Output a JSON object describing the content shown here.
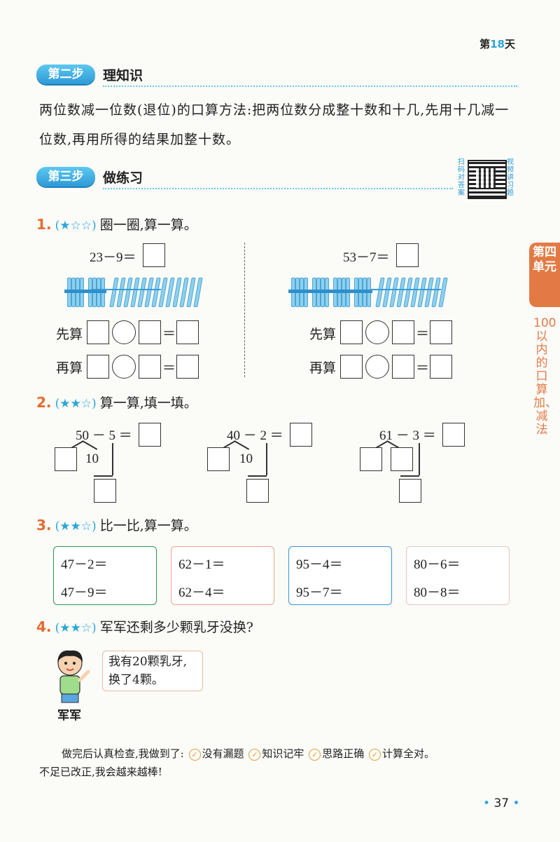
{
  "header": {
    "day_prefix": "第",
    "day_number": "18",
    "day_suffix": "天"
  },
  "step2": {
    "pill": "第二步",
    "title": "理知识",
    "text": "两位数减一位数(退位)的口算方法:把两位数分成整十数和十几,先用十几减一位数,再用所得的结果加整十数。"
  },
  "step3": {
    "pill": "第三步",
    "title": "做练习",
    "qr_left": "扫码对答案",
    "qr_right": "视频讲习题"
  },
  "q1": {
    "num": "1.",
    "stars": "(★☆☆)",
    "text": "圈一圈,算一算。",
    "left_eq": "23－9＝",
    "right_eq": "53－7＝",
    "row1": "先算",
    "row2": "再算"
  },
  "q2": {
    "num": "2.",
    "stars": "(★★☆)",
    "text": "算一算,填一填。",
    "items": [
      {
        "eq": "50 － 5 ＝",
        "ten": "10"
      },
      {
        "eq": "40 － 2 ＝",
        "ten": "10"
      },
      {
        "eq": "61 － 3 ＝",
        "ten": ""
      }
    ]
  },
  "q3": {
    "num": "3.",
    "stars": "(★★☆)",
    "text": "比一比,算一算。",
    "cards": [
      {
        "a": "47－2＝",
        "b": "47－9＝",
        "color": "#2f9a4a"
      },
      {
        "a": "62－1＝",
        "b": "62－4＝",
        "color": "#e9a78a"
      },
      {
        "a": "95－4＝",
        "b": "95－7＝",
        "color": "#3a93d6"
      },
      {
        "a": "80－6＝",
        "b": "80－8＝",
        "color": "#e6c6c0"
      }
    ]
  },
  "q4": {
    "num": "4.",
    "stars": "(★★☆)",
    "text": "军军还剩多少颗乳牙没换?",
    "bubble_line1": "我有20颗乳牙,",
    "bubble_line2": "换了4颗。",
    "name": "军军"
  },
  "side": {
    "tab": "第四单元",
    "text": "100以内的口算加、减法"
  },
  "footer": {
    "lead": "做完后认真检查,我做到了:",
    "c1": "没有漏题",
    "c2": "知识记牢",
    "c3": "思路正确",
    "c4": "计算全对。",
    "line2": "不足已改正,我会越来越棒!"
  },
  "page": {
    "number": "37"
  },
  "colors": {
    "accent_blue": "#2aa6d9",
    "accent_orange": "#e46b2e"
  }
}
